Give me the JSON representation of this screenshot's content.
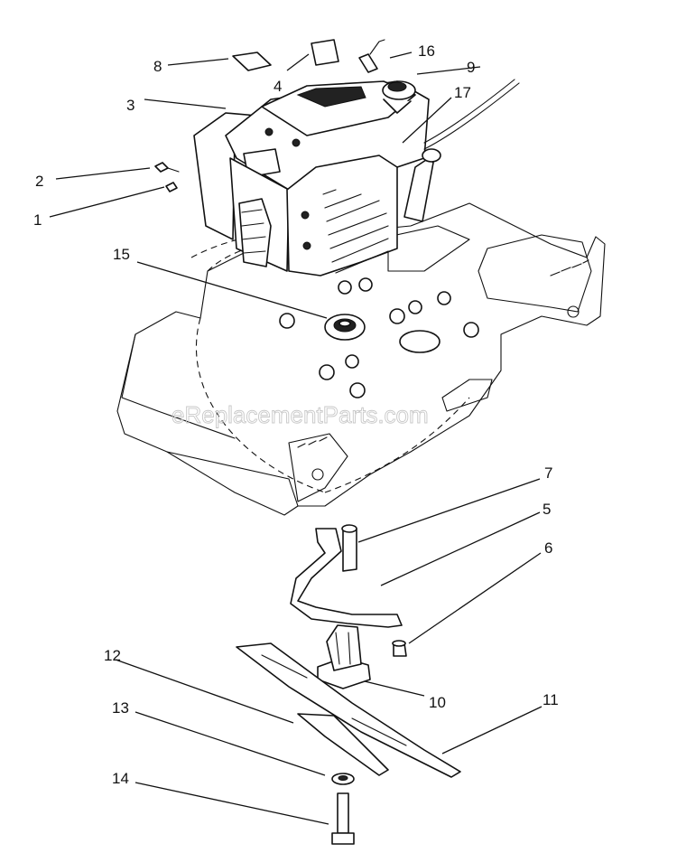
{
  "watermark": "eReplacementParts.com",
  "callouts": [
    {
      "id": "1",
      "label": "1"
    },
    {
      "id": "2",
      "label": "2"
    },
    {
      "id": "3",
      "label": "3"
    },
    {
      "id": "4",
      "label": "4"
    },
    {
      "id": "5",
      "label": "5"
    },
    {
      "id": "6",
      "label": "6"
    },
    {
      "id": "7",
      "label": "7"
    },
    {
      "id": "8",
      "label": "8"
    },
    {
      "id": "9",
      "label": "9"
    },
    {
      "id": "10",
      "label": "10"
    },
    {
      "id": "11",
      "label": "11"
    },
    {
      "id": "12",
      "label": "12"
    },
    {
      "id": "13",
      "label": "13"
    },
    {
      "id": "14",
      "label": "14"
    },
    {
      "id": "15",
      "label": "15"
    },
    {
      "id": "16",
      "label": "16"
    },
    {
      "id": "17",
      "label": "17"
    }
  ]
}
